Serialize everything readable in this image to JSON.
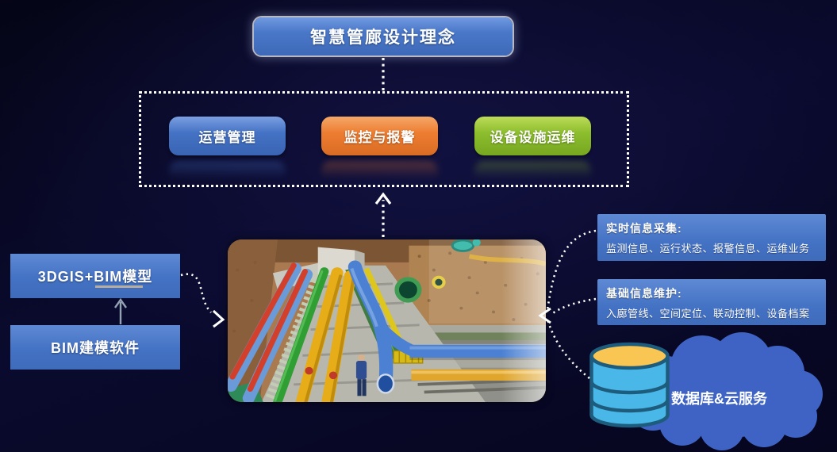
{
  "title": "智慧管廊设计理念",
  "concept_group": {
    "boxes": [
      {
        "label": "运营管理",
        "color": "#4472c4"
      },
      {
        "label": "监控与报警",
        "color": "#ed7d31"
      },
      {
        "label": "设备设施运维",
        "color": "#8cbe2e"
      }
    ]
  },
  "bim": {
    "model_label": "3DGIS+BIM模型",
    "software_label": "BIM建模软件"
  },
  "info_boxes": [
    {
      "title": "实时信息采集:",
      "detail": "监测信息、运行状态、报警信息、运维业务"
    },
    {
      "title": "基础信息维护:",
      "detail": "入廊管线、空间定位、联动控制、设备档案"
    }
  ],
  "cloud": {
    "label": "数据库&云服务"
  },
  "image": {
    "name": "pipe-corridor-3d-render"
  },
  "colors": {
    "background": "#070723",
    "box_blue": "#4472c4",
    "box_orange": "#ed7d31",
    "box_green": "#8cbe2e",
    "cloud_blue": "#3e63c4",
    "database_body": "#49b8e8",
    "database_top": "#f9c553",
    "connector_white": "#ffffff"
  }
}
